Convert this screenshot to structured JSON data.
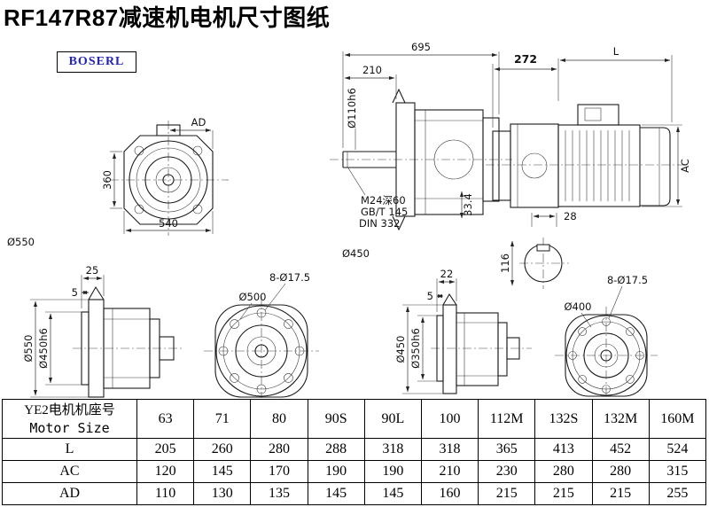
{
  "page": {
    "title": "RF147R87减速机电机尺寸图纸",
    "brand": "BOSERL"
  },
  "views": {
    "front_reducer": {
      "ad": "AD",
      "height": "360",
      "width": "540",
      "flange": "Ø550"
    },
    "side_reducer": {
      "total": "695",
      "shaft_len": "210",
      "shaft_dia": "Ø110h6",
      "tap": "M24深60",
      "tap_std": "GB/T 145",
      "tap_din": "DIN 332",
      "dim_334": "33.4",
      "flange": "Ø450"
    },
    "motor": {
      "dim_272": "272",
      "dim_l": "L",
      "dim_ac": "AC",
      "dim_28": "28",
      "dim_116": "116"
    },
    "flange550_side": {
      "dim_25": "25",
      "dim_5": "5",
      "od": "Ø550",
      "spigot": "Ø450h6"
    },
    "flange550_front": {
      "bcd": "Ø500",
      "holes": "8-Ø17.5"
    },
    "flange450_side": {
      "dim_22": "22",
      "dim_5": "5",
      "od": "Ø450",
      "spigot": "Ø350h6"
    },
    "flange450_front": {
      "bcd": "Ø400",
      "holes": "8-Ø17.5"
    }
  },
  "table": {
    "header": {
      "title_cn": "YE2电机机座号",
      "title_en": "Motor Size"
    },
    "sizes": [
      "63",
      "71",
      "80",
      "90S",
      "90L",
      "100",
      "112M",
      "132S",
      "132M",
      "160M"
    ],
    "rows": [
      {
        "label": "L",
        "values": [
          "205",
          "260",
          "280",
          "288",
          "318",
          "318",
          "365",
          "413",
          "452",
          "524"
        ]
      },
      {
        "label": "AC",
        "values": [
          "120",
          "145",
          "170",
          "190",
          "190",
          "210",
          "230",
          "280",
          "280",
          "315"
        ]
      },
      {
        "label": "AD",
        "values": [
          "110",
          "130",
          "135",
          "145",
          "145",
          "160",
          "215",
          "215",
          "215",
          "255"
        ]
      }
    ]
  }
}
